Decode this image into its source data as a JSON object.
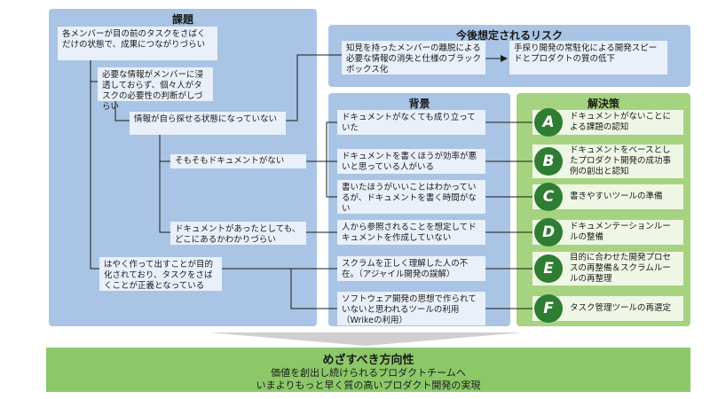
{
  "issues": {
    "title": "課題",
    "items": [
      "各メンバーが目の前のタスクをさばくだけの状態で、成果につながりづらい",
      "必要な情報がメンバーに浸透しておらず、個々人がタスクの必要性の判断がしづらい",
      "情報が自ら探せる状態になっていない",
      "そもそもドキュメントがない",
      "ドキュメントがあったとしても、どこにあるかわかりづらい",
      "はやく作って出すことが目的化されており、タスクをさばくことが正義となっている"
    ]
  },
  "risk": {
    "title": "今後想定されるリスク",
    "from": "知見を持ったメンバーの離脱による必要な情報の消失と仕様のブラックボックス化",
    "to": "手探り開発の常駐化による開発スピードとプロダクトの質の低下"
  },
  "background": {
    "title": "背景",
    "items": [
      "ドキュメントがなくても成り立っていた",
      "ドキュメントを書くほうが効率が悪いと思っている人がいる",
      "書いたほうがいいことはわかっているが、ドキュメントを書く時間がない",
      "人から参照されることを想定してドキュメントを作成していない",
      "スクラムを正しく理解した人の不在。（アジャイル開発の誤解）",
      "ソフトウェア開発の思想で作られていないと思われるツールの利用（Wrikeの利用）"
    ]
  },
  "solutions": {
    "title": "解決策",
    "items": [
      {
        "letter": "A",
        "text": "ドキュメントがないことによる課題の認知"
      },
      {
        "letter": "B",
        "text": "ドキュメントをベースとしたプロダクト開発の成功事例の創出と認知"
      },
      {
        "letter": "C",
        "text": "書きやすいツールの準備"
      },
      {
        "letter": "D",
        "text": "ドキュメンテーションルールの整備"
      },
      {
        "letter": "E",
        "text": "目的に合わせた開発プロセスの再整備＆スクラムルールの再整理"
      },
      {
        "letter": "F",
        "text": "タスク管理ツールの再選定"
      }
    ]
  },
  "goal": {
    "title": "めざすべき方向性",
    "line1": "価値を創出し続けられるプロダクトチームへ",
    "line2": "いまよりもっと早く質の高いプロダクト開発の実現"
  },
  "colors": {
    "blue_panel": "#a9c4e4",
    "green_panel": "#a6d37f",
    "badge": "#2e7d32",
    "goal": "#8cc868"
  }
}
